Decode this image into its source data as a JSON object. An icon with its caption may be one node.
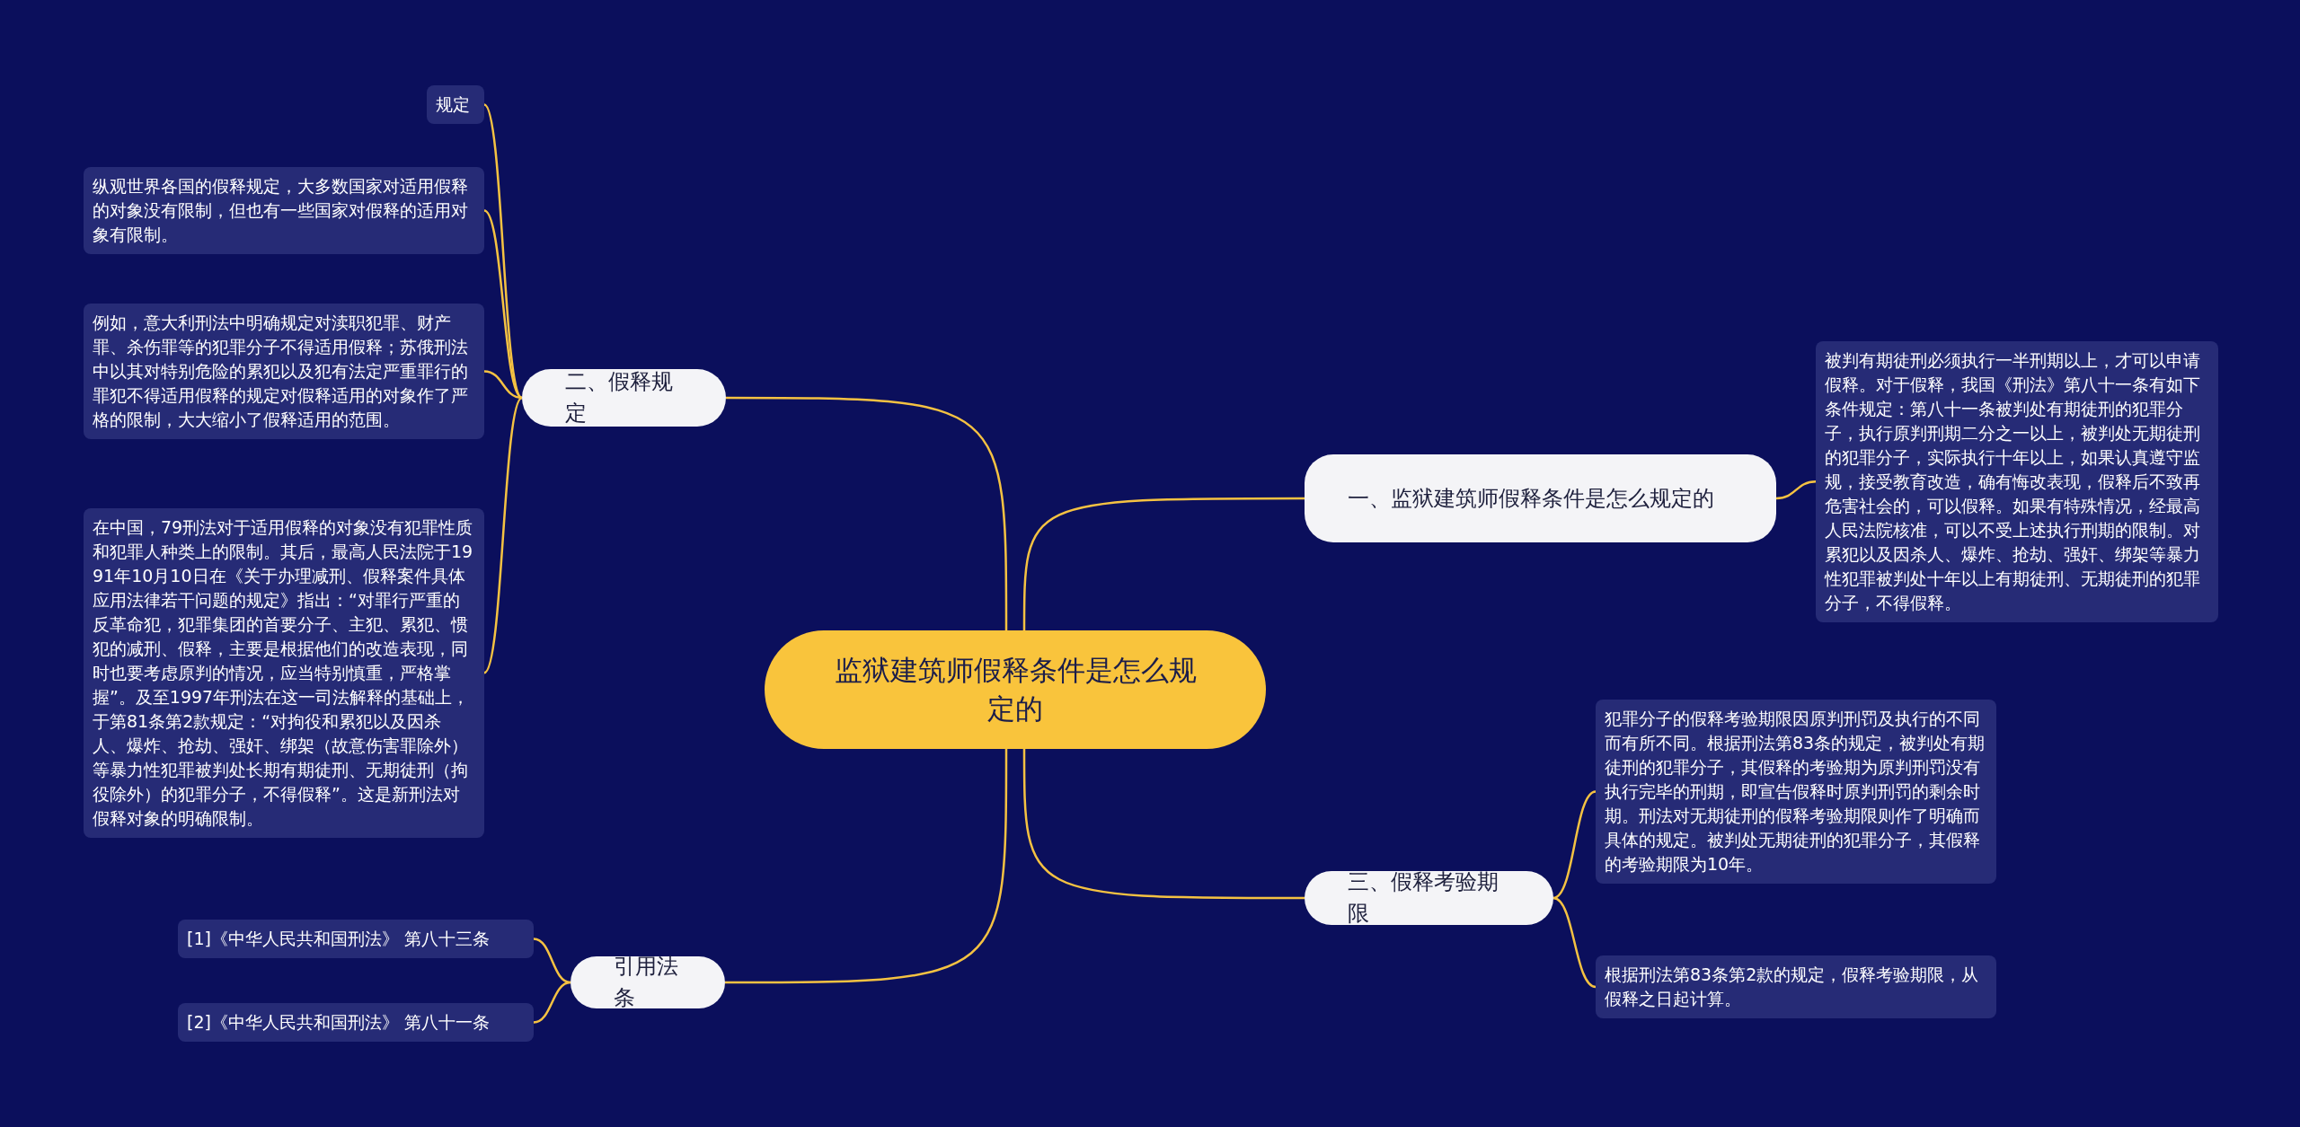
{
  "diagram": {
    "nodes": [
      {
        "text": [
          "监狱建筑师假释条件是怎么规定的"
        ]
      },
      {
        "text": [
          "二、假释规定"
        ]
      },
      {
        "text": [
          "规定"
        ]
      },
      {
        "text": [
          "纵观世界各国的假释规定，大多数国家对适用假释的对象没有限制，但也有一些国家对假释的适用对象有限制。"
        ]
      },
      {
        "text": [
          "例如，意大利刑法中明确规定对渎职犯罪、财产罪、杀伤罪等的犯罪分子不得适用假释；苏俄刑法中以其对特别危险的累犯以及犯有法定严重罪行的罪犯不得适用假释的规定对假释适用的对象作了严格的限制，大大缩小了假释适用的范围。"
        ]
      },
      {
        "text": [
          "在中国，79刑法对于适用假释的对象没有犯罪性质和犯罪人种类上的限制。其后，最高人民法院于1991年10月10日在《关于办理减刑、假释案件具体应用法律若干问题的规定》指出：“对罪行严重的反革命犯，犯罪集团的首要分子、主犯、累犯、惯犯的减刑、假释，主要是根据他们的改造表现，同时也要考虑原判的情况，应当特别慎重，严格掌握”。及至1997年刑法在这一司法解释的基础上，于第81条第2款规定：“对拘役和累犯以及因杀人、爆炸、抢劫、强奸、绑架（故意伤害罪除外）等暴力性犯罪被判处长期有期徒刑、无期徒刑（拘役除外）的犯罪分子，不得假释”。这是新刑法对假释对象的明确限制。"
        ]
      },
      {
        "text": [
          "一、监狱建筑师假释条件是怎么规定的"
        ]
      },
      {
        "text": [
          "被判有期徒刑必须执行一半刑期以上，才可以申请假释。对于假释，我国《刑法》第八十一条有如下条件规定：第八十一条被判处有期徒刑的犯罪分子，执行原判刑期二分之一以上，被判处无期徒刑的犯罪分子，实际执行十年以上，如果认真遵守监规，接受教育改造，确有悔改表现，假释后不致再危害社会的，可以假释。如果有特殊情况，经最高人民法院核准，可以不受上述执行刑期的限制。对累犯以及因杀人、爆炸、抢劫、强奸、绑架等暴力性犯罪被判处十年以上有期徒刑、无期徒刑的犯罪分子，不得假释。"
        ]
      },
      {
        "text": [
          "三、假释考验期限"
        ]
      },
      {
        "text": [
          "犯罪分子的假释考验期限因原判刑罚及执行的不同而有所不同。根据刑法第83条的规定，被判处有期徒刑的犯罪分子，其假释的考验期为原判刑罚没有执行完毕的刑期，即宣告假释时原判刑罚的剩余时期。刑法对无期徒刑的假释考验期限则作了明确而具体的规定。被判处无期徒刑的犯罪分子，其假释的考验期限为10年。"
        ]
      },
      {
        "text": [
          "根据刑法第83条第2款的规定，假释考验期限，从假释之日起计算。"
        ]
      },
      {
        "text": [
          "引用法条"
        ]
      },
      {
        "text": [
          "[1]《中华人民共和国刑法》 第八十三条"
        ]
      },
      {
        "text": [
          "[2]《中华人民共和国刑法》 第八十一条"
        ]
      }
    ],
    "edges": [
      {
        "from": 0,
        "to": 1,
        "arrow": "none"
      },
      {
        "from": 1,
        "to": 2,
        "arrow": "none"
      },
      {
        "from": 1,
        "to": 3,
        "arrow": "none"
      },
      {
        "from": 1,
        "to": 4,
        "arrow": "none"
      },
      {
        "from": 1,
        "to": 5,
        "arrow": "none"
      },
      {
        "from": 0,
        "to": 6,
        "arrow": "none"
      },
      {
        "from": 6,
        "to": 7,
        "arrow": "none"
      },
      {
        "from": 0,
        "to": 8,
        "arrow": "none"
      },
      {
        "from": 8,
        "to": 9,
        "arrow": "none"
      },
      {
        "from": 8,
        "to": 10,
        "arrow": "none"
      },
      {
        "from": 0,
        "to": 11,
        "arrow": "none"
      },
      {
        "from": 11,
        "to": 12,
        "arrow": "none"
      },
      {
        "from": 11,
        "to": 13,
        "arrow": "none"
      }
    ]
  }
}
